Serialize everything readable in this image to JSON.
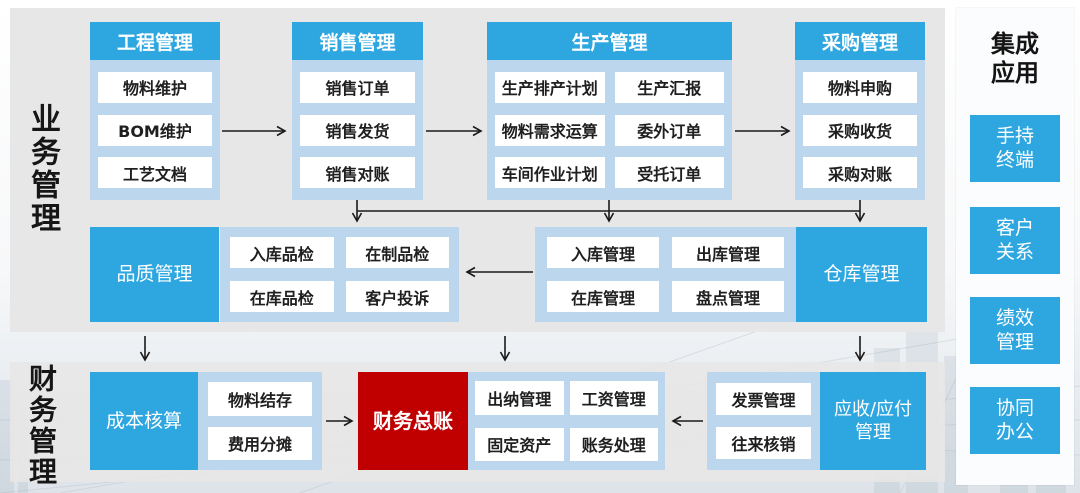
{
  "side_titles": {
    "top": "业务管理",
    "bottom": "财务管理"
  },
  "colors": {
    "blue": "#2ea7e0",
    "light_blue": "#bcd6ee",
    "red": "#c00000",
    "panel_gray": "#e8e7e7",
    "arrow": "#1a1a1a"
  },
  "business": {
    "columns": [
      {
        "header": "工程管理",
        "items": [
          "物料维护",
          "BOM维护",
          "工艺文档"
        ]
      },
      {
        "header": "销售管理",
        "items": [
          "销售订单",
          "销售发货",
          "销售对账"
        ]
      },
      {
        "header": "生产管理",
        "items": [
          "生产排产计划",
          "生产汇报",
          "物料需求运算",
          "委外订单",
          "车间作业计划",
          "受托订单"
        ]
      },
      {
        "header": "采购管理",
        "items": [
          "物料申购",
          "采购收货",
          "采购对账"
        ]
      }
    ],
    "quality": {
      "label": "品质管理",
      "items": [
        "入库品检",
        "在制品检",
        "在库品检",
        "客户投诉"
      ]
    },
    "warehouse": {
      "label": "仓库管理",
      "items": [
        "入库管理",
        "出库管理",
        "在库管理",
        "盘点管理"
      ]
    }
  },
  "finance": {
    "cost": {
      "label": "成本核算",
      "items": [
        "物料结存",
        "费用分摊"
      ]
    },
    "ledger": {
      "label": "财务总账",
      "items": [
        "出纳管理",
        "工资管理",
        "固定资产",
        "账务处理"
      ]
    },
    "receivable": {
      "label_line1": "应收/应付",
      "label_line2": "管理",
      "items": [
        "发票管理",
        "往来核销"
      ]
    }
  },
  "integration": {
    "title_line1": "集成",
    "title_line2": "应用",
    "items": [
      {
        "line1": "手持",
        "line2": "终端"
      },
      {
        "line1": "客户",
        "line2": "关系"
      },
      {
        "line1": "绩效",
        "line2": "管理"
      },
      {
        "line1": "协同",
        "line2": "办公"
      }
    ]
  }
}
